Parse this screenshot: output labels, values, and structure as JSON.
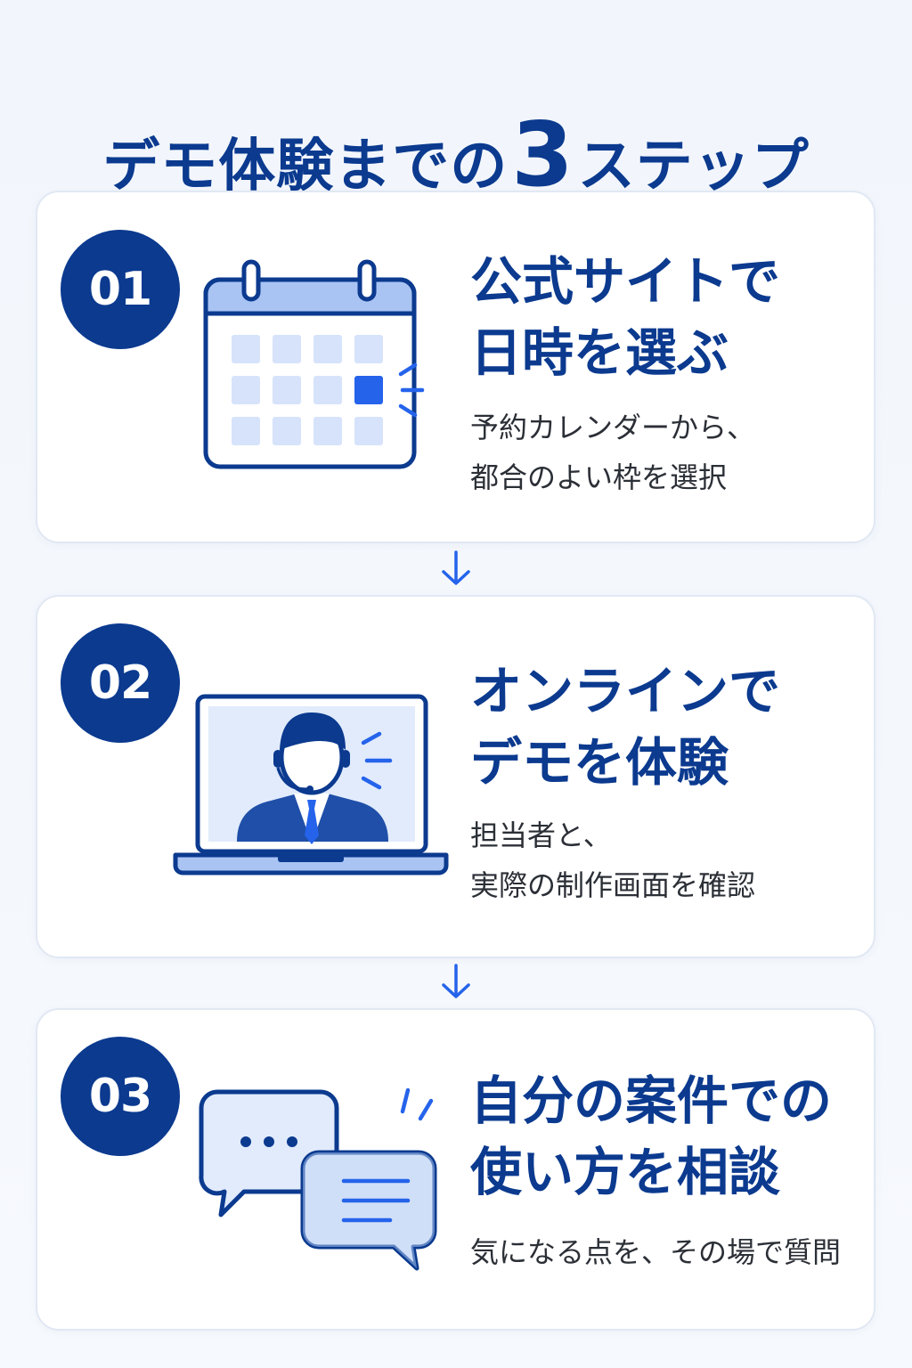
{
  "title": {
    "prefix": "デモ体験までの",
    "number": "3",
    "suffix": "ステップ"
  },
  "steps": [
    {
      "number": "01",
      "title_lines": [
        "公式サイトで",
        "日時を選ぶ"
      ],
      "desc_lines": [
        "予約カレンダーから、",
        "都合のよい枠を選択"
      ],
      "icon": "calendar-icon"
    },
    {
      "number": "02",
      "title_lines": [
        "オンラインで",
        "デモを体験"
      ],
      "desc_lines": [
        "担当者と、",
        "実際の制作画面を確認"
      ],
      "icon": "laptop-video-call-icon"
    },
    {
      "number": "03",
      "title_lines": [
        "自分の案件での",
        "使い方を相談"
      ],
      "desc_lines": [
        "気になる点を、その場で質問"
      ],
      "icon": "chat-bubbles-icon"
    }
  ],
  "colors": {
    "primary": "#0b3a8f",
    "accent": "#2563eb",
    "light": "#dce7fb",
    "card_border": "#e1e8f3"
  }
}
